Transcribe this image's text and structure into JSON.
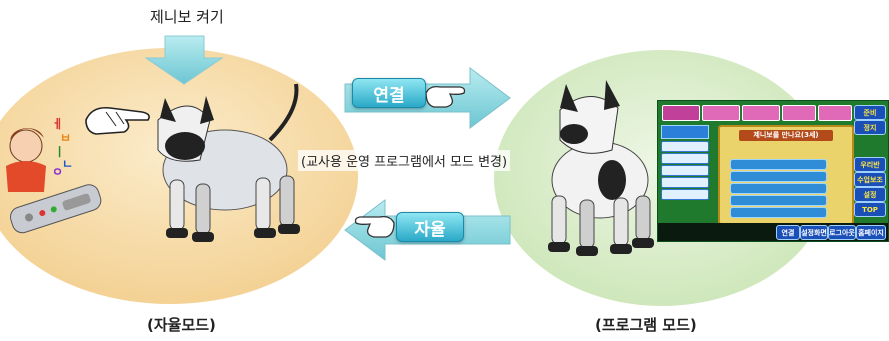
{
  "top_label": "제니보 켜기",
  "middle_text": "(교사용 운영 프로그램에서 모드 변경)",
  "connect_button": "연결",
  "auto_button": "자율",
  "captions": {
    "left": "(자율모드)",
    "right": "(프로그램 모드)"
  },
  "screen": {
    "title": "제니보를 만나요(3세)",
    "side_buttons": [
      "준비",
      "정지",
      "우리반",
      "수업보조",
      "설정",
      "TOP"
    ],
    "bottom_buttons": [
      "연결",
      "설정화면",
      "로그아웃",
      "홈페이지"
    ]
  },
  "colors": {
    "left_circle": "#f6d9a0",
    "right_circle": "#d8eec8",
    "arrow": "#8fd6dd",
    "pill": "#2aa9c8"
  }
}
